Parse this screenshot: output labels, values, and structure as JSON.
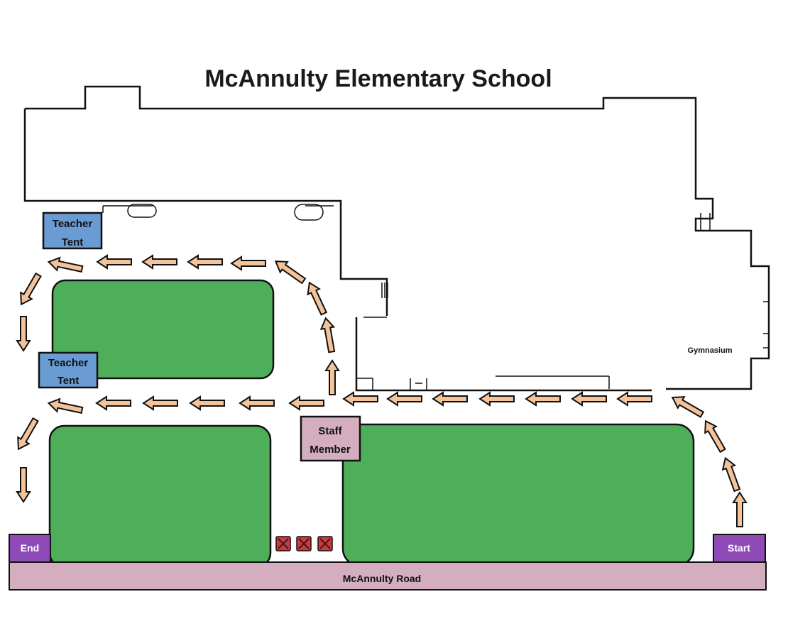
{
  "title": "McAnnulty Elementary School",
  "labels": {
    "teacher_tent_top": [
      "Teacher",
      "Tent"
    ],
    "teacher_tent_bottom": [
      "Teacher",
      "Tent"
    ],
    "staff_member": [
      "Staff",
      "Member"
    ],
    "gymnasium": "Gymnasium",
    "start": "Start",
    "end": "End",
    "road": "McAnnulty Road"
  },
  "colors": {
    "grass": "#4fae5a",
    "tent": "#6a9bd3",
    "staff": "#d4aebf",
    "road": "#d4aebf",
    "start_end": "#8e4bb8",
    "arrow": "#f4c39a",
    "cone": "#d9353a"
  },
  "icons": {
    "arrow": "traffic-direction-arrow-icon",
    "cone": "blocked-cone-icon"
  },
  "cone_count": 3
}
